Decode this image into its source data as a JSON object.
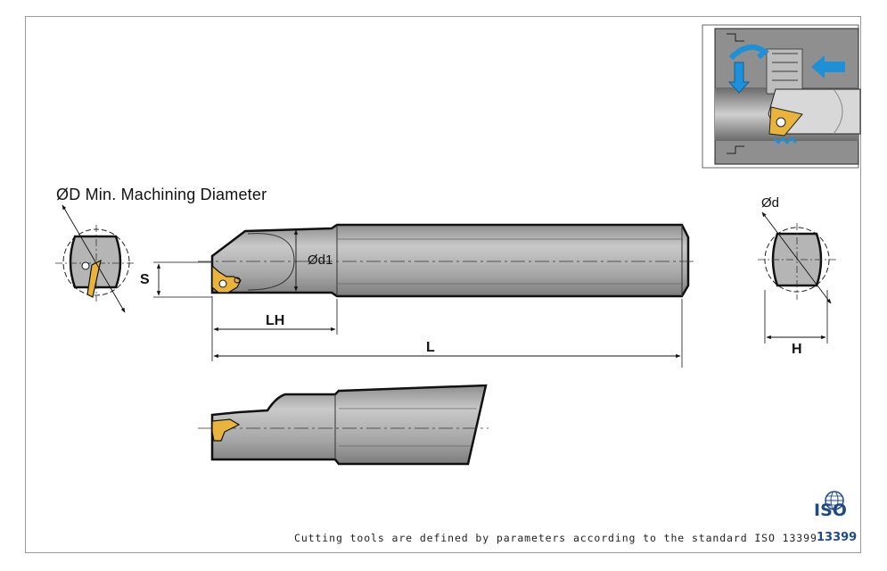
{
  "title": "ØD Min. Machining Diameter",
  "dimensions": {
    "d1": "Ød1",
    "d": "Ød",
    "S": "S",
    "LH": "LH",
    "L": "L",
    "H": "H"
  },
  "footer": "Cutting tools are defined by parameters according to the standard ISO 13399",
  "iso": {
    "text": "ISO",
    "number": "13399"
  },
  "colors": {
    "tool_body": "#a3a3a3",
    "insert": "#e8b43c",
    "arrow_blue": "#1e90d8",
    "iso_blue": "#1f4a86"
  }
}
